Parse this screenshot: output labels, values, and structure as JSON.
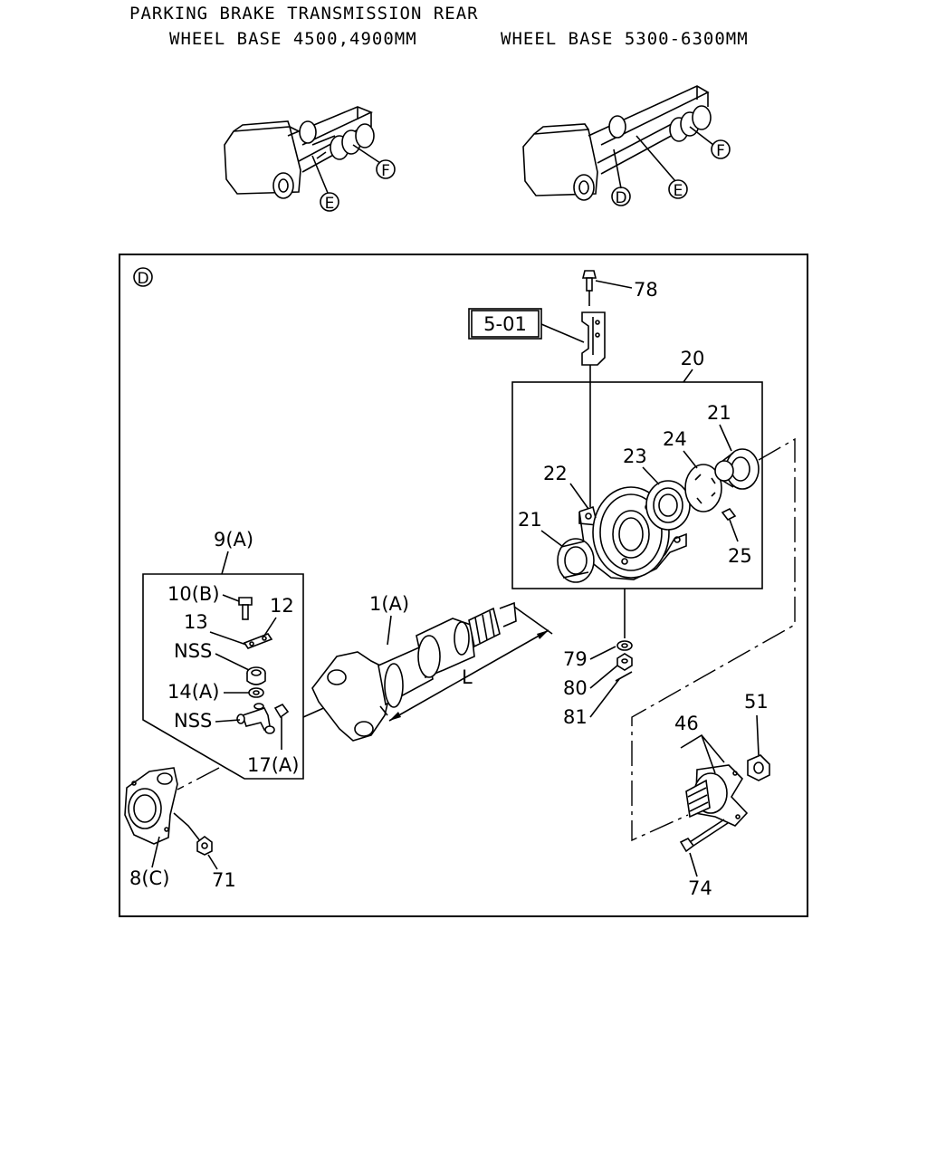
{
  "header": {
    "title": "PARKING BRAKE TRANSMISSION REAR",
    "variant_left": "WHEEL BASE 4500,4900MM",
    "variant_right": "WHEEL BASE 5300-6300MM"
  },
  "truck_views": {
    "left": [
      "E",
      "F"
    ],
    "right": [
      "D",
      "E",
      "F"
    ]
  },
  "detail": {
    "view_label": "D",
    "ref_box": "5-01",
    "dimension": "L"
  },
  "callouts": {
    "c78": "78",
    "c20": "20",
    "c21a": "21",
    "c21b": "21",
    "c22": "22",
    "c23": "23",
    "c24": "24",
    "c25": "25",
    "c9": "9(A)",
    "c10": "10(B)",
    "c12": "12",
    "c13": "13",
    "nss1": "NSS",
    "c14": "14(A)",
    "nss2": "NSS",
    "c17": "17(A)",
    "c1": "1(A)",
    "c79": "79",
    "c80": "80",
    "c81": "81",
    "c46": "46",
    "c51": "51",
    "c74": "74",
    "c8": "8(C)",
    "c71": "71"
  }
}
